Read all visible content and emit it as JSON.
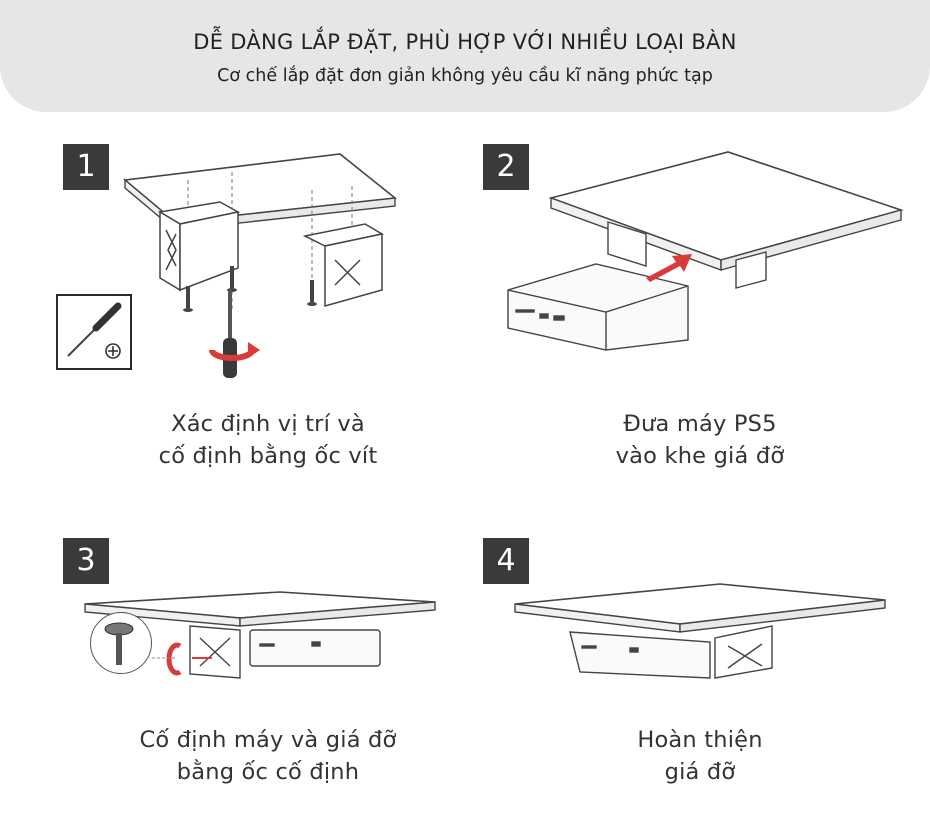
{
  "header": {
    "title": "DỄ DÀNG LẮP ĐẶT, PHÙ HỢP VỚI NHIỀU LOẠI BÀN",
    "subtitle": "Cơ chế lắp đặt đơn giản không yêu cầu kĩ năng phức tạp"
  },
  "steps": [
    {
      "number": "1",
      "caption_line1": "Xác định vị trí và",
      "caption_line2": "cố định bằng ốc vít"
    },
    {
      "number": "2",
      "caption_line1": "Đưa máy PS5",
      "caption_line2": "vào khe giá đỡ"
    },
    {
      "number": "3",
      "caption_line1": "Cố định máy và giá đỡ",
      "caption_line2": "bằng ốc cố định"
    },
    {
      "number": "4",
      "caption_line1": "Hoàn thiện",
      "caption_line2": "giá đỡ"
    }
  ],
  "colors": {
    "header_bg": "#e6e6e6",
    "badge_bg": "#3a3a3a",
    "accent_red": "#d93a3a"
  },
  "icons": [
    "screwdriver-icon",
    "phillips-head-icon",
    "rotation-arrow-icon",
    "push-arrow-icon",
    "thumb-screw-icon"
  ]
}
